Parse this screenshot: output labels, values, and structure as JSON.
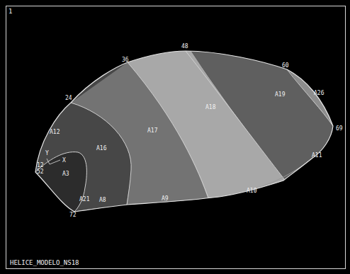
{
  "diagram": {
    "labels": [
      "1",
      "48",
      "36",
      "60",
      "24",
      "A19",
      "A18",
      "A26",
      "A17",
      "A12",
      "69",
      "A16",
      "Y",
      "X",
      "12",
      "52",
      "A3",
      "A11",
      "72",
      "A21",
      "A8",
      "A9",
      "A10",
      "HELICE_MODELO_NS18"
    ]
  }
}
